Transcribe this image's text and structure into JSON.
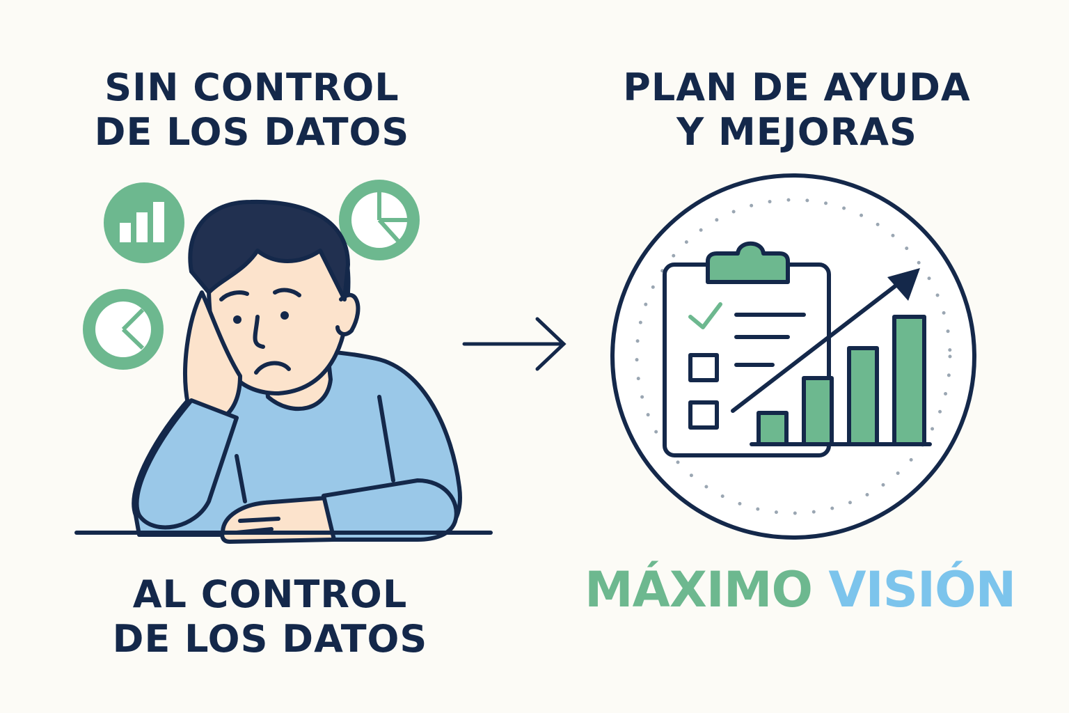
{
  "left_title": {
    "line1": "SIN CONTROL",
    "line2": "DE LOS DATOS"
  },
  "right_title": {
    "line1": "PLAN DE AYUDA",
    "line2": "Y MEJORAS"
  },
  "bottom_title": {
    "line1": "AL CONTROL",
    "line2": "DE LOS DATOS"
  },
  "brand": {
    "word1": "MÁXIMO",
    "word2": "VISIÓN"
  },
  "colors": {
    "navy": "#14284a",
    "green": "#6db88f",
    "light_blue": "#9ac8e8",
    "brand_blue": "#7cc4ec",
    "background": "#fcfbf6"
  }
}
